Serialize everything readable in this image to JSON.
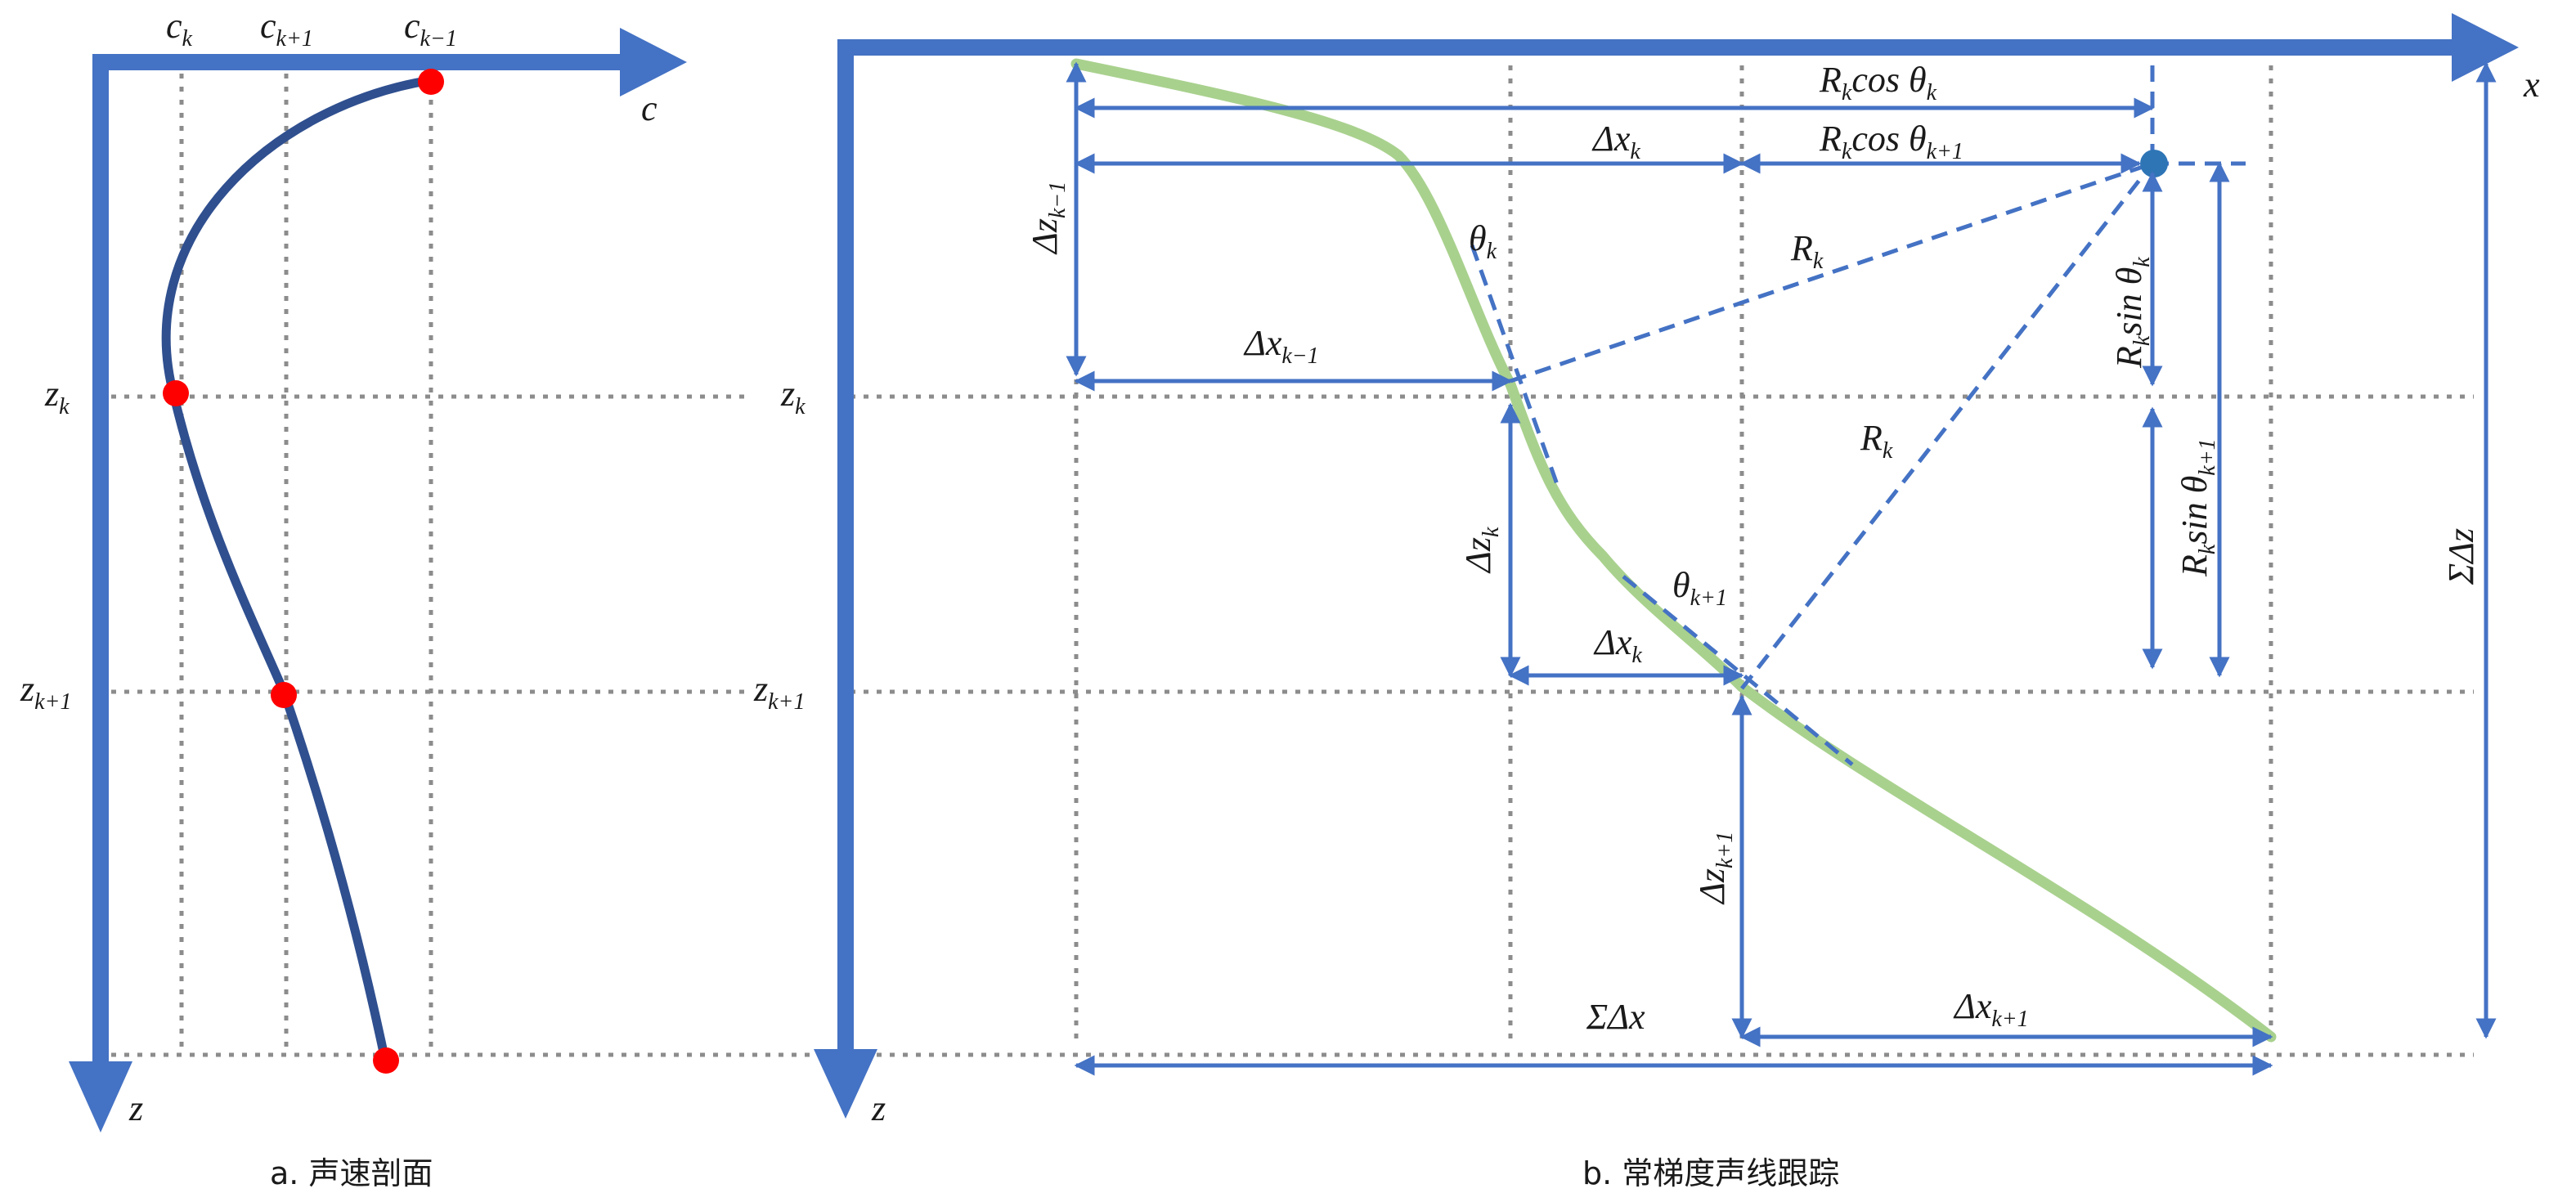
{
  "panel_a": {
    "caption": "a. 声速剖面",
    "axis_x_label": "c",
    "axis_z_label": "z",
    "col_labels": [
      {
        "base": "c",
        "sub": "k"
      },
      {
        "base": "c",
        "sub": "k+1"
      },
      {
        "base": "c",
        "sub": "k−1"
      }
    ],
    "row_labels": [
      {
        "base": "z",
        "sub": "k"
      },
      {
        "base": "z",
        "sub": "k+1"
      }
    ]
  },
  "panel_b": {
    "caption": "b. 常梯度声线跟踪",
    "axis_x_label": "x",
    "axis_z_label": "z",
    "row_labels": [
      {
        "base": "z",
        "sub": "k"
      },
      {
        "base": "z",
        "sub": "k+1"
      }
    ],
    "labels": {
      "rcos_k": {
        "a": "R",
        "a_sub": "k",
        "b": "cos θ",
        "b_sub": "k"
      },
      "rcos_k1": {
        "a": "R",
        "a_sub": "k",
        "b": "cos θ",
        "b_sub": "k+1"
      },
      "dx_k_top": {
        "base": "Δx",
        "sub": "k"
      },
      "dz_km1": {
        "base": "Δz",
        "sub": "k−1"
      },
      "theta_k": {
        "base": "θ",
        "sub": "k"
      },
      "r_k_upper": {
        "base": "R",
        "sub": "k"
      },
      "dx_km1": {
        "base": "Δx",
        "sub": "k−1"
      },
      "r_k_lower": {
        "base": "R",
        "sub": "k"
      },
      "dz_k": {
        "base": "Δz",
        "sub": "k"
      },
      "theta_k1": {
        "base": "θ",
        "sub": "k+1"
      },
      "dx_k_mid": {
        "base": "Δx",
        "sub": "k"
      },
      "dz_k1": {
        "base": "Δz",
        "sub": "k+1"
      },
      "sum_dx": "ΣΔx",
      "dx_k1": {
        "base": "Δx",
        "sub": "k+1"
      },
      "rsin_k": {
        "a": "R",
        "a_sub": "k",
        "b": "sin θ",
        "b_sub": "k"
      },
      "rsin_k1": {
        "a": "R",
        "a_sub": "k",
        "b": "sin θ",
        "b_sub": "k+1"
      },
      "sum_dz": "ΣΔz"
    }
  },
  "colors": {
    "axis": "#4472c4",
    "profile": "#2f4f8f",
    "ray": "#a9d18e",
    "point": "#ff0000",
    "center": "#2e75b6",
    "grid": "#8c8c8c"
  }
}
